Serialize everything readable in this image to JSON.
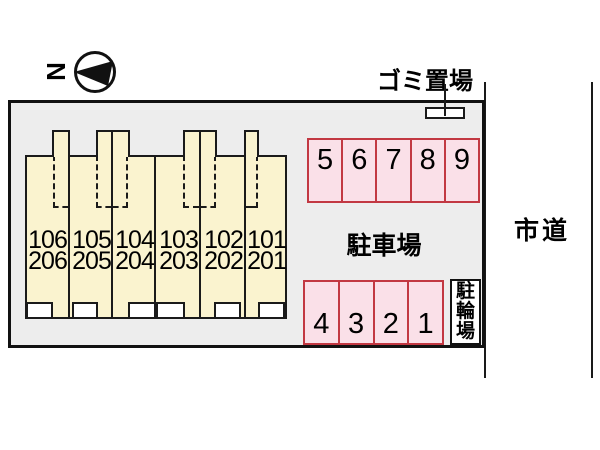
{
  "compass": {
    "north_label": "N"
  },
  "labels": {
    "garbage": "ゴミ置場",
    "parking": "駐車場",
    "road": "市道",
    "bicycle": "駐輪場"
  },
  "bicycle_chars": [
    "駐",
    "輪",
    "場"
  ],
  "building": {
    "units": [
      {
        "floor1": "106",
        "floor2": "206"
      },
      {
        "floor1": "105",
        "floor2": "205"
      },
      {
        "floor1": "104",
        "floor2": "204"
      },
      {
        "floor1": "103",
        "floor2": "203"
      },
      {
        "floor1": "102",
        "floor2": "202"
      },
      {
        "floor1": "101",
        "floor2": "201"
      }
    ]
  },
  "parking": {
    "top_spaces": [
      "5",
      "6",
      "7",
      "8",
      "9"
    ],
    "bottom_spaces": [
      "4",
      "3",
      "2",
      "1"
    ]
  },
  "colors": {
    "building_fill": "#FAF3CF",
    "parking_fill": "#FAE0E8",
    "parking_border": "#C23842",
    "site_fill": "#EDEDED",
    "line": "#1A1A1A"
  }
}
